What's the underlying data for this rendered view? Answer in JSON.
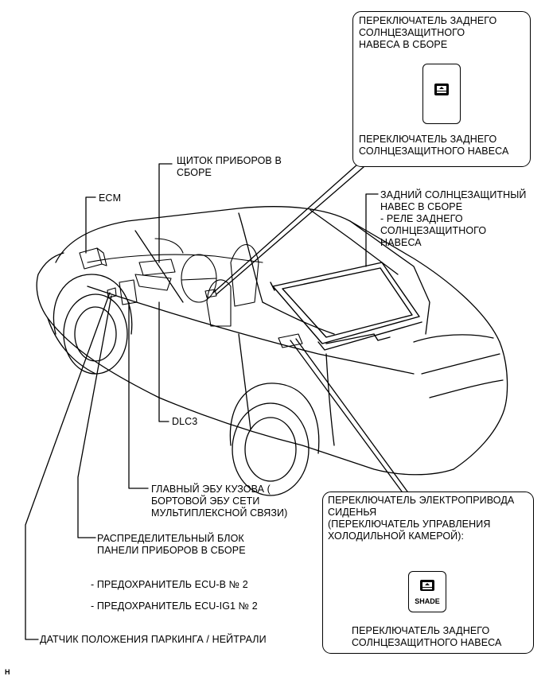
{
  "labels": {
    "top_box_title": "ПЕРЕКЛЮЧАТЕЛЬ ЗАДНЕГО\nСОЛНЦЕЗАЩИТНОГО\nНАВЕСА В СБОРЕ",
    "top_box_caption": "ПЕРЕКЛЮЧАТЕЛЬ ЗАДНЕГО\nСОЛНЦЕЗАЩИТНОГО НАВЕСА",
    "instrument_cluster": "ЩИТОК ПРИБОРОВ В\nСБОРЕ",
    "ecm": "ECM",
    "rear_shade": "ЗАДНИЙ СОЛНЦЕЗАЩИТНЫЙ\nНАВЕС В СБОРЕ\n- РЕЛЕ ЗАДНЕГО\nСОЛНЦЕЗАЩИТНОГО\nНАВЕСА",
    "dlc3": "DLC3",
    "main_body_ecu": "ГЛАВНЫЙ ЭБУ КУЗОВА (\nБОРТОВОЙ ЭБУ СЕТИ\nМУЛЬТИПЛЕКСНОЙ СВЯЗИ)",
    "junction_block": "РАСПРЕДЕЛИТЕЛЬНЫЙ БЛОК\nПАНЕЛИ ПРИБОРОВ В СБОРЕ",
    "fuse_ecu_b": "- ПРЕДОХРАНИТЕЛЬ ECU-B № 2",
    "fuse_ecu_ig1": "- ПРЕДОХРАНИТЕЛЬ ECU-IG1 № 2",
    "park_neutral": "ДАТЧИК ПОЛОЖЕНИЯ ПАРКИНГА / НЕЙТРАЛИ",
    "bottom_box_title": "ПЕРЕКЛЮЧАТЕЛЬ ЭЛЕКТРОПРИВОДА\nСИДЕНЬЯ\n(ПЕРЕКЛЮЧАТЕЛЬ УПРАВЛЕНИЯ\nХОЛОДИЛЬНОЙ КАМЕРОЙ):",
    "bottom_box_caption": "ПЕРЕКЛЮЧАТЕЛЬ ЗАДНЕГО\nСОЛНЦЕЗАЩИТНОГО НАВЕСА",
    "shade_button_text": "SHADE",
    "corner_mark": "H"
  },
  "colors": {
    "line": "#000000",
    "background": "#ffffff"
  }
}
